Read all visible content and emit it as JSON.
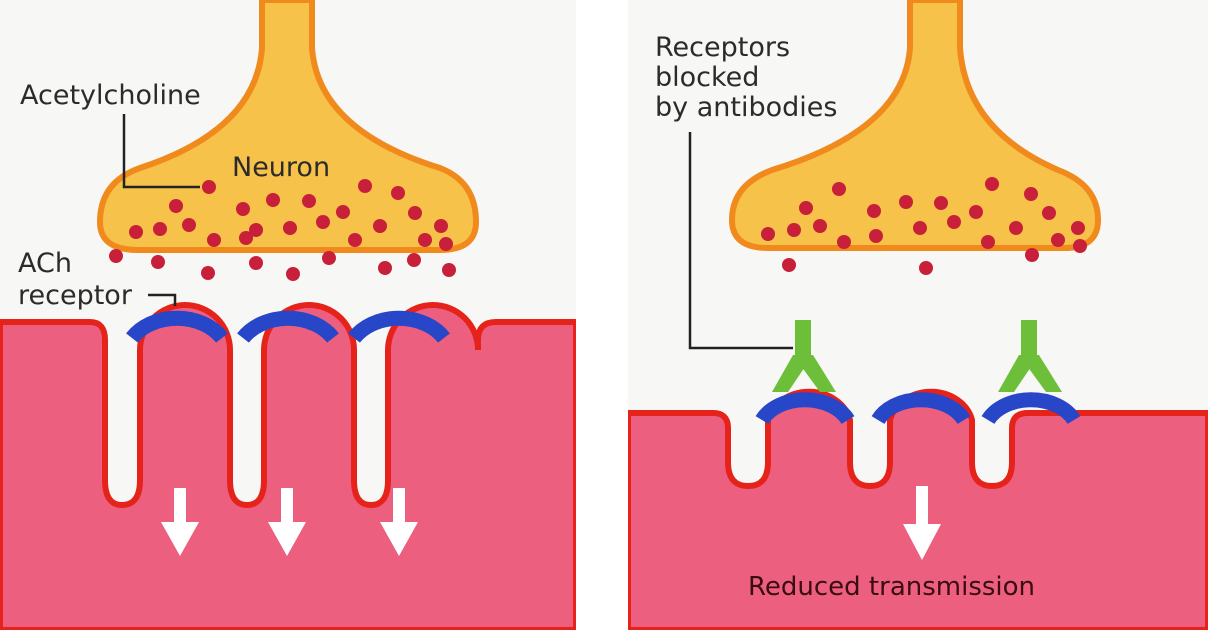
{
  "colors": {
    "neuron_fill": "#f7c24a",
    "neuron_outline": "#f08a1c",
    "vesicle": "#c8203a",
    "muscle_fill": "#ec5f7f",
    "muscle_outline": "#e5231a",
    "receptor": "#2846c8",
    "antibody": "#6dbf3a",
    "arrow": "#ffffff",
    "background": "#f7f7f5"
  },
  "left_panel": {
    "labels": {
      "acetylcholine": "Acetylcholine",
      "neuron": "Neuron",
      "ach_line1": "ACh",
      "ach_line2": "receptor"
    }
  },
  "right_panel": {
    "labels": {
      "blocked_line1": "Receptors",
      "blocked_line2": "blocked",
      "blocked_line3": "by antibodies",
      "reduced": "Reduced transmission"
    }
  }
}
